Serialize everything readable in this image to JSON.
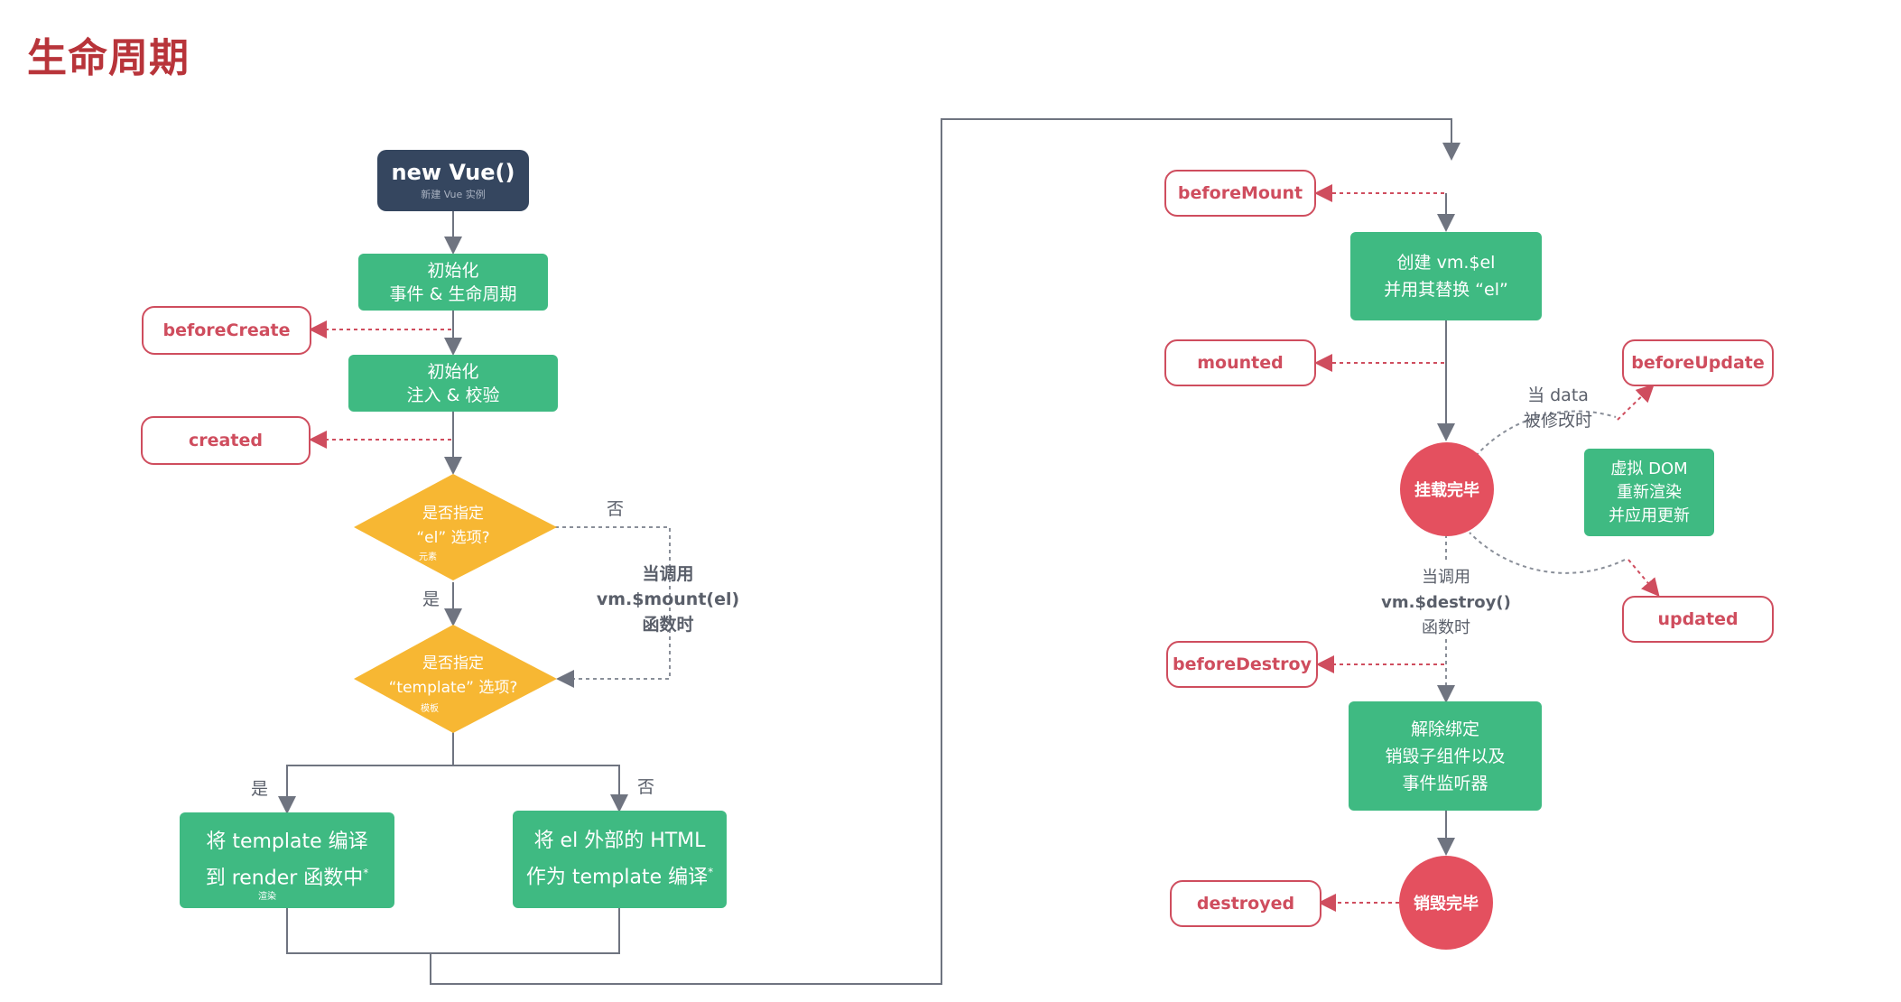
{
  "page": {
    "title": "生命周期"
  },
  "start": {
    "label": "new Vue()",
    "sub": "新建 Vue 实例"
  },
  "init_events": {
    "line1": "初始化",
    "line2": "事件 & 生命周期"
  },
  "init_inject": {
    "line1": "初始化",
    "line2": "注入 & 校验"
  },
  "decision_el": {
    "line1": "是否指定",
    "line2": "“el” 选项?",
    "note": "元素"
  },
  "decision_template": {
    "line1": "是否指定",
    "line2": "“template” 选项?",
    "note": "模板"
  },
  "labels": {
    "no1": "否",
    "yes1": "是",
    "yes2": "是",
    "no2": "否",
    "mount_call_1": "当调用",
    "mount_call_2": "vm.$mount(el)",
    "mount_call_3": "函数时",
    "data_change_1": "当 data",
    "data_change_2": "被修改时",
    "destroy_call_1": "当调用",
    "destroy_call_2": "vm.$destroy()",
    "destroy_call_3": "函数时"
  },
  "compile_template": {
    "line1": "将 template 编译",
    "line2": "到 render 函数中",
    "star": "*",
    "note": "渲染"
  },
  "compile_el": {
    "line1": "将 el 外部的 HTML",
    "line2": "作为 template 编译",
    "star": "*"
  },
  "create_el": {
    "line1": "创建 vm.$el",
    "line2": "并用其替换 “el”"
  },
  "rerender": {
    "line1": "虚拟 DOM",
    "line2": "重新渲染",
    "line3": "并应用更新"
  },
  "teardown": {
    "line1": "解除绑定",
    "line2": "销毁子组件以及",
    "line3": "事件监听器"
  },
  "mounted_state": "挂载完毕",
  "destroyed_state": "销毁完毕",
  "hooks": {
    "beforeCreate": "beforeCreate",
    "created": "created",
    "beforeMount": "beforeMount",
    "mounted": "mounted",
    "beforeUpdate": "beforeUpdate",
    "updated": "updated",
    "beforeDestroy": "beforeDestroy",
    "destroyed": "destroyed"
  },
  "colors": {
    "green": "#3fba82",
    "dark": "#35465f",
    "hook_red": "#cf4d5e",
    "circle_red": "#e4505f",
    "diamond": "#f7b733",
    "title": "#b8343a"
  }
}
